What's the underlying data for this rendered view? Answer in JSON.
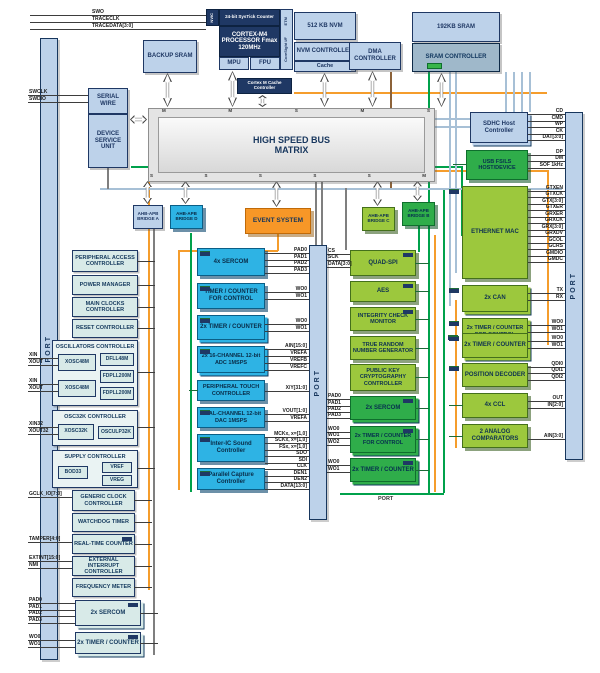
{
  "ports": {
    "left": "PORT",
    "center": "PORT",
    "right": "PORT",
    "bottom": "PORT"
  },
  "cpu": {
    "systick": "24-bit SysTick Counter",
    "nvic": "NVIC",
    "name": "CORTEX-M4 PROCESSOR Fmax 120MHz",
    "mpu": "MPU",
    "fpu": "FPU",
    "etm": "ETM",
    "coresight": "CoreSight I/F",
    "cache_ctrl": "Cortex M Cache Controller"
  },
  "blocks": {
    "backup_sram": "BACKUP SRAM",
    "nvm": "512 KB NVM",
    "nvm_ctrl": "NVM CONTROLLER",
    "nvm_cache": "Cache",
    "dma": "DMA CONTROLLER",
    "sram": "192KB SRAM",
    "sram_ctrl": "SRAM CONTROLLER",
    "serial_wire": "SERIAL WIRE",
    "dsu": "DEVICE SERVICE UNIT",
    "bus_matrix": "HIGH SPEED BUS MATRIX",
    "bridge_a": "AHB-APB BRIDGE A",
    "bridge_d": "AHB-APB BRIDGE D",
    "bridge_c": "AHB-APB BRIDGE C",
    "bridge_b": "AHB-APB BRIDGE B",
    "event": "EVENT SYSTEM",
    "sdhc": "SDHC Host Controller",
    "usb": "USB FS/LS HOST/DEVICE",
    "eth": "ETHERNET MAC",
    "can": "2x CAN",
    "tcc_r": "2x TIMER / COUNTER FOR CONTROL",
    "tc_r": "2x TIMER / COUNTER",
    "pdec": "POSITION DECODER",
    "ccl": "4x CCL",
    "ac": "2 ANALOG COMPARATORS",
    "qspi": "QUAD-SPI",
    "aes": "AES",
    "icm": "INTEGRITY CHECK MONITOR",
    "trng": "TRUE RANDOM NUMBER GENERATOR",
    "pukcc": "PUBLIC KEY CRYPTOGRAPHY CONTROLLER",
    "sercom2_c": "2x SERCOM",
    "tcc_c": "2x TIMER / COUNTER FOR CONTROL",
    "tc_c": "2x TIMER / COUNTER",
    "sercom4": "4x SERCOM",
    "tcc0": "TIMER / COUNTER FOR CONTROL",
    "tc2": "2x TIMER / COUNTER",
    "adc": "2x 16-CHANNEL 12-bit ADC 1MSPS",
    "ptc": "PERIPHERAL TOUCH CONTROLLER",
    "dac": "DUAL-CHANNEL 12-bit DAC 1MSPS",
    "i2s": "Inter-IC Sound Controller",
    "pcc": "Parallel Capture Controller",
    "pac": "PERIPHERAL ACCESS CONTROLLER",
    "pm": "POWER MANAGER",
    "mclk": "MAIN CLOCKS CONTROLLER",
    "rstc": "RESET CONTROLLER",
    "osc_title": "OSCILLATORS CONTROLLER",
    "xosc0": "XOSC48M",
    "xosc1": "XOSC48M",
    "dfll": "DFLL48M",
    "fdpll0": "FDPLL200M",
    "fdpll1": "FDPLL200M",
    "osc32_title": "OSC32K CONTROLLER",
    "xosc32k": "XOSC32K",
    "osculp": "OSCULP32K",
    "supply_title": "SUPPLY CONTROLLER",
    "bod33": "BOD33",
    "vref": "VREF",
    "vreg": "VREG",
    "gclk": "GENERIC CLOCK CONTROLLER",
    "wdt": "WATCHDOG TIMER",
    "rtc": "REAL-TIME COUNTER",
    "eic": "EXTERNAL INTERRUPT CONTROLLER",
    "freqm": "FREQUENCY METER",
    "sercom2_l": "2x SERCOM",
    "tc2_l": "2x TIMER / COUNTER"
  },
  "matrix_ports": {
    "top": [
      "M",
      "M",
      "S",
      "M",
      "S"
    ],
    "bottom": [
      "S",
      "S",
      "S",
      "S",
      "S",
      "M"
    ]
  },
  "pins": {
    "trace": [
      "SWO",
      "TRACECLK",
      "TRACEDATA[3:0]"
    ],
    "swd": [
      "SWCLK",
      "SWDIO"
    ],
    "xosc0": [
      "XIN",
      "XOUT"
    ],
    "xosc1": [
      "XIN",
      "XOUT"
    ],
    "xosc32": [
      "XIN32",
      "XOUT32"
    ],
    "gclk": [
      "GCLK_IO[7:0]"
    ],
    "tamper": [
      "TAMPER[4:0]"
    ],
    "eic": [
      "EXTINT[15:0]",
      "NMI"
    ],
    "sercom_l": [
      "PAD0",
      "PAD1",
      "PAD2",
      "PAD3"
    ],
    "tc_l": [
      "WO0",
      "WO1"
    ],
    "sercom4": [
      "PAD0",
      "PAD1",
      "PAD2",
      "PAD3"
    ],
    "tcc0": [
      "WO0",
      "WO1"
    ],
    "tc2": [
      "WO0",
      "WO1"
    ],
    "adc": [
      "AIN[15:0]",
      "VREFA",
      "VREFB",
      "VREFC"
    ],
    "ptc": [
      "X/Y[31:0]"
    ],
    "dac": [
      "VOUT[1:0]",
      "VREFA"
    ],
    "i2s": [
      "MCKx, x=[1,0]",
      "SCKx, x=[1,0]",
      "FSx, x=[1,0]",
      "SDO",
      "SDI"
    ],
    "pcc": [
      "CLK",
      "DEN1",
      "DEN2",
      "DATA[13:0]"
    ],
    "qspi": [
      "CS",
      "SCK",
      "DATA[3:0]"
    ],
    "sercom2_c": [
      "PAD0",
      "PAD1",
      "PAD2",
      "PAD3"
    ],
    "tcc_c": [
      "WO0",
      "WO1",
      "WO2"
    ],
    "tc_c": [
      "WO0",
      "WO1"
    ],
    "sdhc": [
      "CD",
      "CMD",
      "WP",
      "CK",
      "DAT[3:0]"
    ],
    "usb": [
      "DP",
      "DM",
      "SOF 1kHz"
    ],
    "eth": [
      "GTXEN",
      "GTXCK",
      "GTX[3:0]",
      "GTXER",
      "GRXER",
      "GRXCK",
      "GRX[3:0]",
      "GRXDV",
      "GCOL",
      "GCRS",
      "GMDIO",
      "GMDC"
    ],
    "can": [
      "TX",
      "RX"
    ],
    "tcc_r": [
      "WO0",
      "WO1"
    ],
    "tc_r": [
      "WO0",
      "WO1"
    ],
    "pdec": [
      "QDI0",
      "QDI1",
      "QDI2"
    ],
    "ccl": [
      "OUT",
      "IN[2:0]"
    ],
    "ac": [
      "AIN[3:0]"
    ]
  }
}
